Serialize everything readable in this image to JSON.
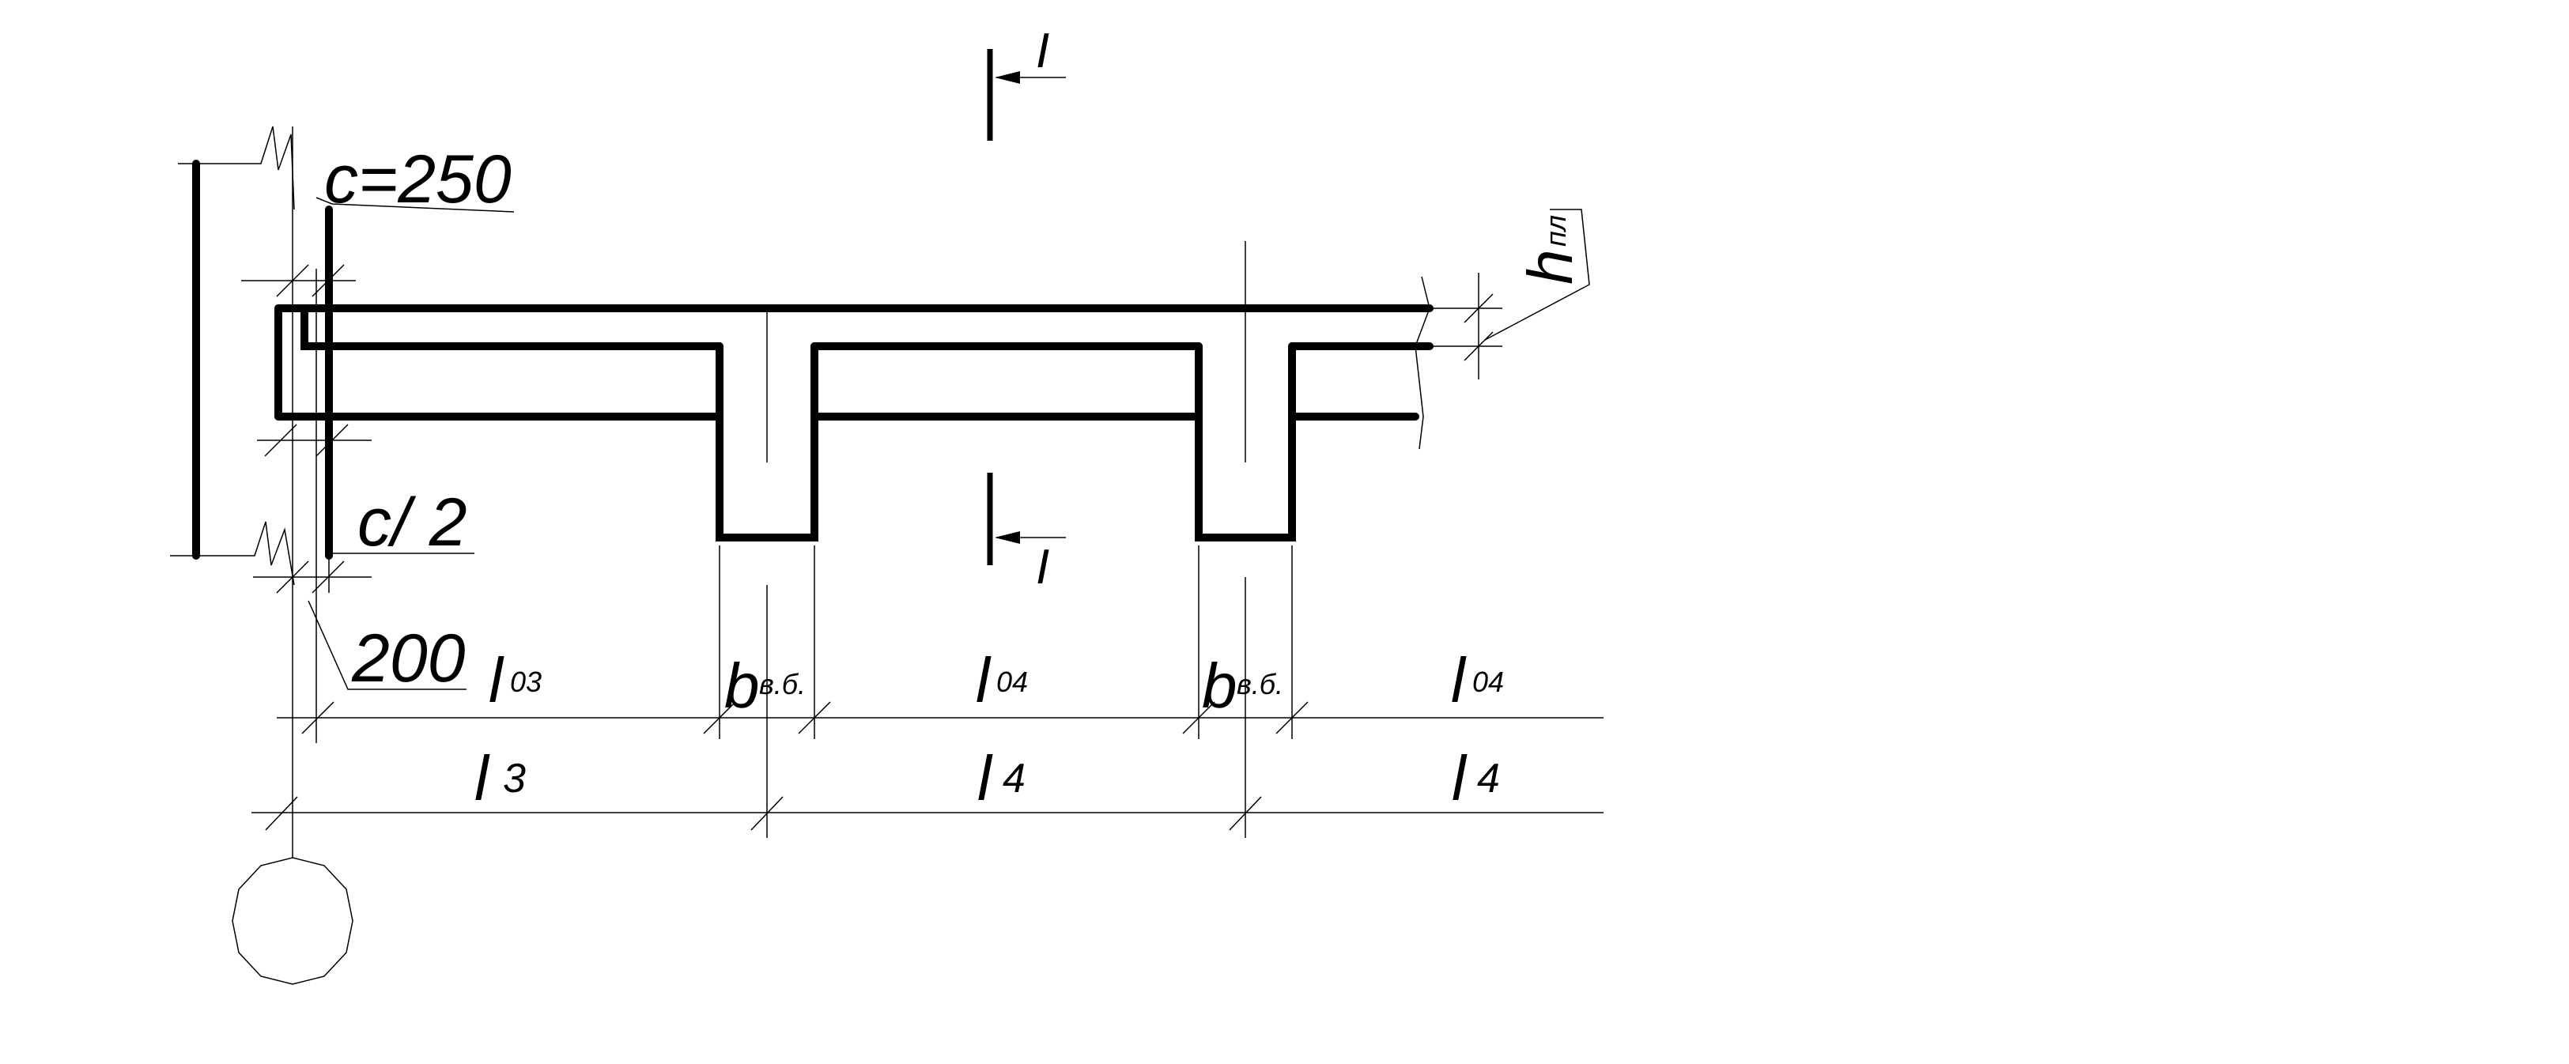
{
  "drawing": {
    "labels": {
      "c_value": "c=250",
      "c_half": "c/ 2",
      "support_depth": "200",
      "slab_thickness": {
        "main": "h",
        "sub": "пл"
      },
      "section_mark_top": "I",
      "section_mark_bottom": "I",
      "clear_span_1": {
        "main": "l",
        "sub": "03"
      },
      "clear_span_2": {
        "main": "l",
        "sub": "04"
      },
      "clear_span_3": {
        "main": "l",
        "sub": "04"
      },
      "beam_width_1": {
        "main": "b",
        "sub": "в.б."
      },
      "beam_width_2": {
        "main": "b",
        "sub": "в.б."
      },
      "span_1": {
        "main": "l",
        "sub": "3"
      },
      "span_2": {
        "main": "l",
        "sub": "4"
      },
      "span_3": {
        "main": "l",
        "sub": "4"
      }
    },
    "colors": {
      "line": "#000000",
      "background": "#ffffff"
    }
  }
}
